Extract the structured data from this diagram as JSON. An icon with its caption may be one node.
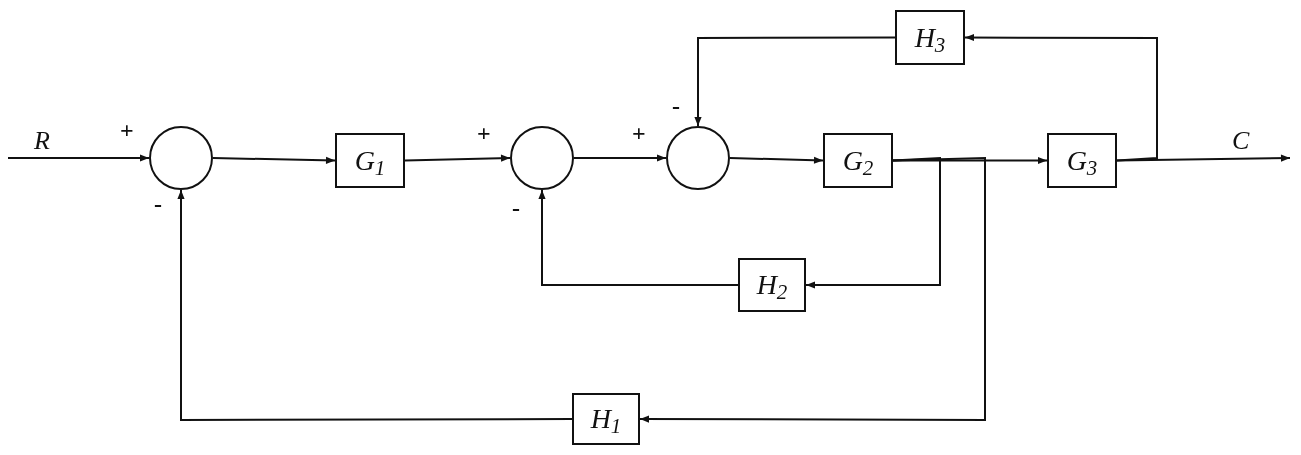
{
  "diagram": {
    "nodes": [
      {
        "text": [],
        "shape": "circle"
      },
      {
        "text": [
          "G$_{1}$"
        ]
      },
      {
        "text": [],
        "shape": "circle"
      },
      {
        "text": [],
        "shape": "circle"
      },
      {
        "text": [
          "G$_{2}$"
        ]
      },
      {
        "text": [
          "G$_{3}$"
        ]
      },
      {
        "text": [
          "H$_{3}$"
        ]
      },
      {
        "text": [
          "H$_{2}$"
        ]
      },
      {
        "text": [
          "H$_{1}$"
        ]
      }
    ],
    "edges": [
      {
        "from": null,
        "to": 0,
        "arrow": "to",
        "label": "R"
      },
      {
        "from": 0,
        "to": 1,
        "arrow": "to"
      },
      {
        "from": 1,
        "to": 2,
        "arrow": "to"
      },
      {
        "from": 2,
        "to": 3,
        "arrow": "to"
      },
      {
        "from": 3,
        "to": 4,
        "arrow": "to"
      },
      {
        "from": 4,
        "to": 5,
        "arrow": "to"
      },
      {
        "from": 5,
        "to": null,
        "arrow": "to",
        "label": "C"
      },
      {
        "from": 5,
        "to": 6,
        "arrow": "to"
      },
      {
        "from": 6,
        "to": 3,
        "arrow": "to"
      },
      {
        "from": 4,
        "to": 7,
        "arrow": "to"
      },
      {
        "from": 7,
        "to": 2,
        "arrow": "to"
      },
      {
        "from": 4,
        "to": 8,
        "arrow": "to"
      },
      {
        "from": 8,
        "to": 0,
        "arrow": "to"
      }
    ],
    "labels": [
      "-",
      "+",
      "+",
      "+",
      "-",
      "-"
    ]
  }
}
